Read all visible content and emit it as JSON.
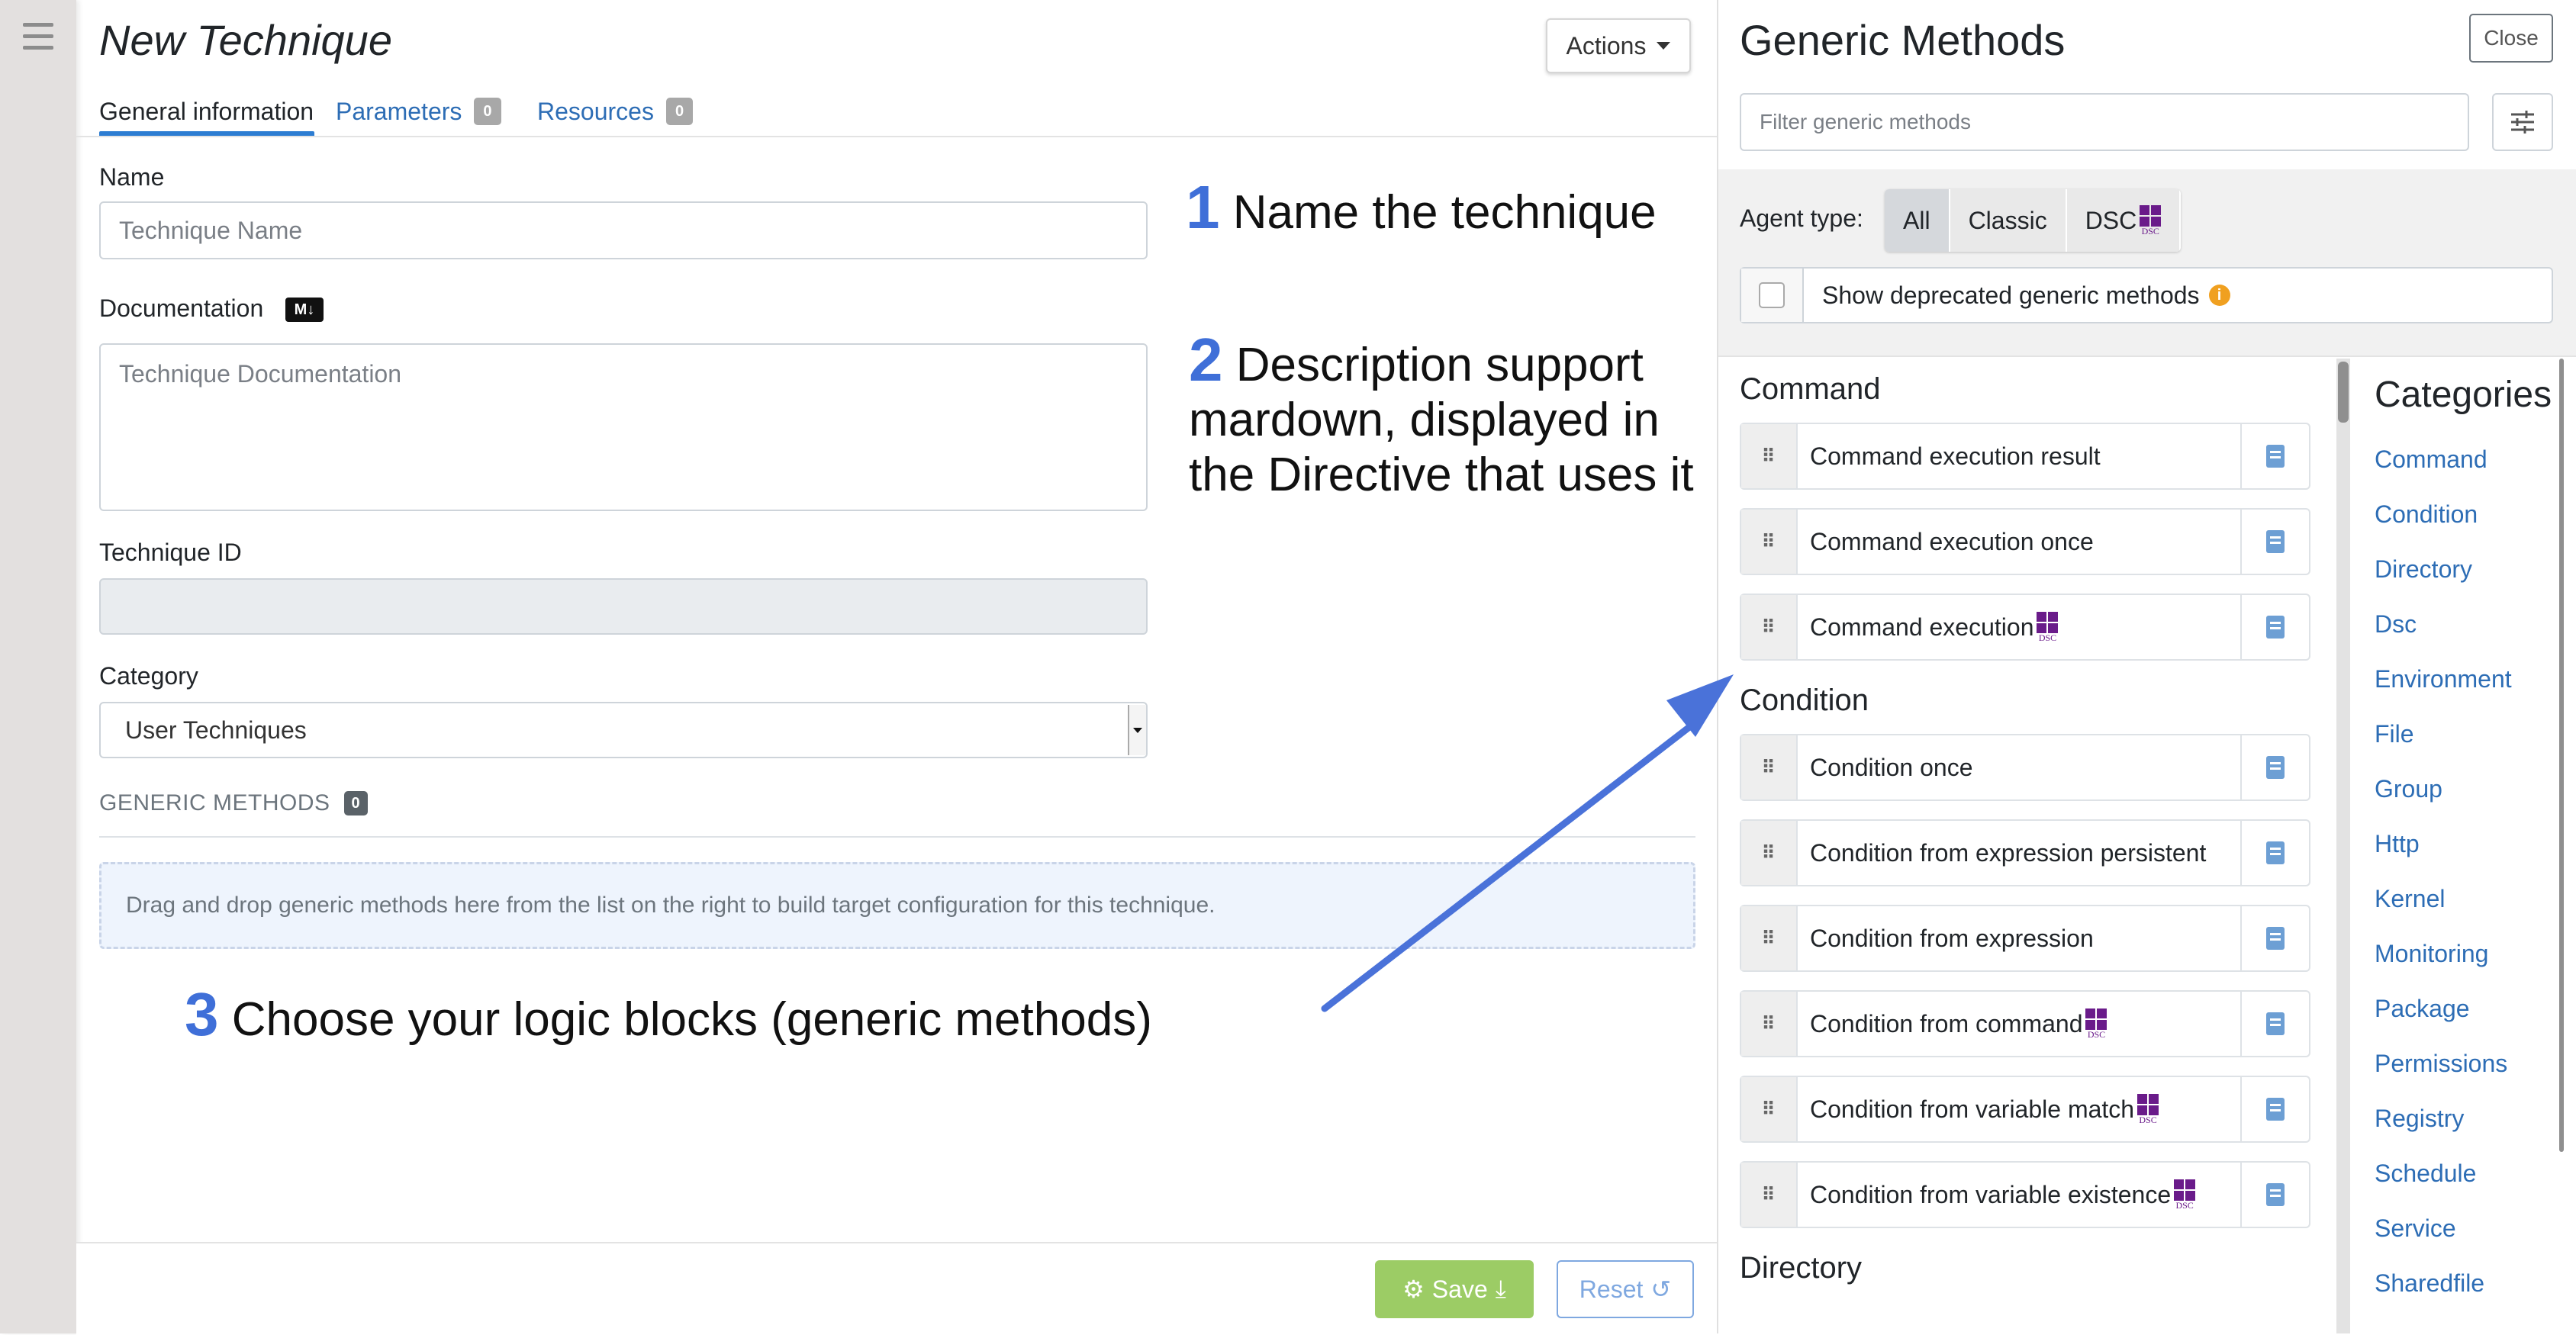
{
  "header": {
    "title": "New Technique",
    "actions_label": "Actions"
  },
  "tabs": [
    {
      "label": "General information"
    },
    {
      "label": "Parameters",
      "count": "0"
    },
    {
      "label": "Resources",
      "count": "0"
    }
  ],
  "form": {
    "name_label": "Name",
    "name_placeholder": "Technique Name",
    "doc_label": "Documentation",
    "md_badge": "M↓",
    "doc_placeholder": "Technique Documentation",
    "tid_label": "Technique ID",
    "tid_value": "",
    "category_label": "Category",
    "category_value": "User Techniques"
  },
  "generic_methods_section": {
    "heading": "GENERIC METHODS",
    "count": "0",
    "dropzone_text": "Drag and drop generic methods here from the list on the right to build target configuration for this technique."
  },
  "annotations": {
    "a1_num": "1",
    "a1_text": "Name the technique",
    "a2_num": "2",
    "a2_text": "Description support mardown, displayed in the Directive that uses it",
    "a3_num": "3",
    "a3_text": "Choose your logic blocks (generic methods)"
  },
  "footer": {
    "save_label": "Save",
    "reset_label": "Reset"
  },
  "panel": {
    "title": "Generic Methods",
    "close_label": "Close",
    "filter_placeholder": "Filter generic methods",
    "agent_type_label": "Agent type:",
    "agent_options": [
      "All",
      "Classic",
      "DSC"
    ],
    "agent_selected": "All",
    "show_deprecated_label": "Show deprecated generic methods",
    "dsc_tag": "DSC"
  },
  "method_sections": [
    {
      "name": "Command",
      "methods": [
        {
          "name": "Command execution result",
          "dsc": false
        },
        {
          "name": "Command execution once",
          "dsc": false
        },
        {
          "name": "Command execution",
          "dsc": true
        }
      ]
    },
    {
      "name": "Condition",
      "methods": [
        {
          "name": "Condition once",
          "dsc": false
        },
        {
          "name": "Condition from expression persistent",
          "dsc": false
        },
        {
          "name": "Condition from expression",
          "dsc": false
        },
        {
          "name": "Condition from command",
          "dsc": true
        },
        {
          "name": "Condition from variable match",
          "dsc": true
        },
        {
          "name": "Condition from variable existence",
          "dsc": true
        }
      ]
    },
    {
      "name": "Directory",
      "methods": []
    }
  ],
  "categories": {
    "title": "Categories",
    "items": [
      "Command",
      "Condition",
      "Directory",
      "Dsc",
      "Environment",
      "File",
      "Group",
      "Http",
      "Kernel",
      "Monitoring",
      "Package",
      "Permissions",
      "Registry",
      "Schedule",
      "Service",
      "Sharedfile"
    ]
  },
  "colors": {
    "accent": "#2d6db5",
    "annotation_number": "#3f6fd8",
    "arrow": "#4a72d9",
    "save": "#9ccc65",
    "dsc_purple": "#6a1b8a"
  }
}
